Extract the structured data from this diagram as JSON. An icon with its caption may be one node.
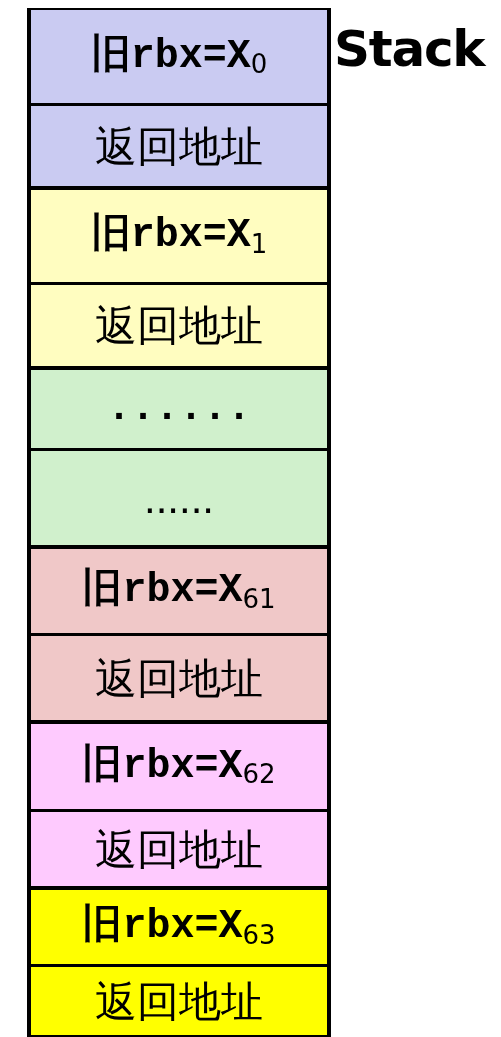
{
  "diagram": {
    "title": "Stack",
    "nodes": [
      {
        "text": [
          "旧rbx=X$_{0}$",
          "返回地址"
        ]
      },
      {
        "text": [
          "旧rbx=X$_{1}$",
          "返回地址"
        ]
      },
      {
        "text": [
          "......",
          "......"
        ]
      },
      {
        "text": [
          "旧rbx=X$_{61}$",
          "返回地址"
        ]
      },
      {
        "text": [
          "旧rbx=X$_{62}$",
          "返回地址"
        ]
      },
      {
        "text": [
          "旧rbx=X$_{63}$",
          "返回地址"
        ]
      }
    ]
  }
}
